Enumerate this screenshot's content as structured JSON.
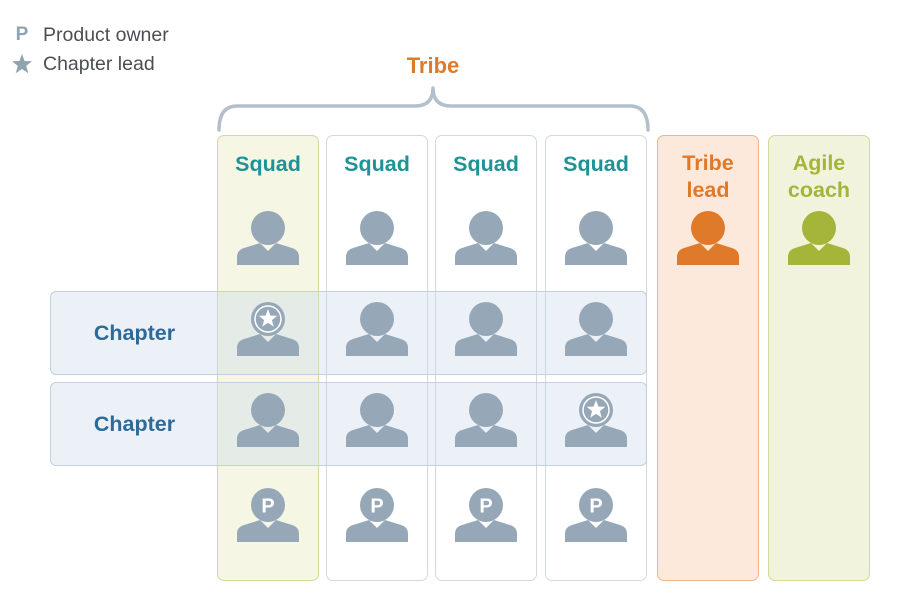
{
  "legend": [
    {
      "icon": "product-owner-icon",
      "symbol": "P",
      "label": "Product owner"
    },
    {
      "icon": "star-icon",
      "symbol": "★",
      "label": "Chapter lead"
    }
  ],
  "tribe": {
    "label": "Tribe"
  },
  "squads": [
    {
      "label": "Squad",
      "members": [
        "plain",
        "chapter-lead",
        "plain",
        "product-owner"
      ]
    },
    {
      "label": "Squad",
      "members": [
        "plain",
        "plain",
        "plain",
        "product-owner"
      ]
    },
    {
      "label": "Squad",
      "members": [
        "plain",
        "plain",
        "plain",
        "product-owner"
      ]
    },
    {
      "label": "Squad",
      "members": [
        "plain",
        "plain",
        "chapter-lead",
        "product-owner"
      ]
    }
  ],
  "chapters": [
    {
      "label": "Chapter"
    },
    {
      "label": "Chapter"
    }
  ],
  "tribe_lead": {
    "label_lines": [
      "Tribe",
      "lead"
    ]
  },
  "agile_coach": {
    "label_lines": [
      "Agile",
      "coach"
    ]
  },
  "colors": {
    "person": "#96a8b7",
    "tribe_accent": "#e07a2b",
    "agile_accent": "#a4b53a",
    "squad_label": "#1d9396",
    "chapter_label": "#2e6a98",
    "first_squad_bg": "#f5f6e4",
    "first_squad_border": "#d4d99a",
    "squad_border": "#cfd9e0",
    "tribe_lead_bg": "#fde9dc",
    "tribe_lead_border": "#efb48c",
    "agile_coach_bg": "#f1f3dc",
    "agile_coach_border": "#d3da96",
    "brace": "#b3c0cb"
  }
}
